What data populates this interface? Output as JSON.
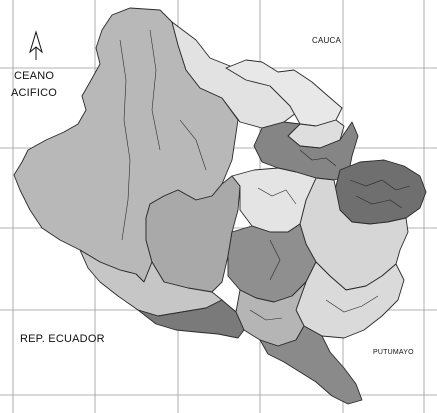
{
  "map": {
    "labels": {
      "ocean_line1": "CEANO",
      "ocean_line2": "ACIFICO",
      "cauca": "CAUCA",
      "ecuador": "REP. ECUADOR",
      "putumayo": "PUTUMAYO"
    },
    "colors": {
      "background": "#ffffff",
      "light": "#dcdcdc",
      "mid": "#b3b3b3",
      "dark": "#8d8d8d",
      "darker": "#6e6e6e",
      "border": "#2b2b2b",
      "grid": "#9a9a9a"
    },
    "north_arrow": "north-arrow-icon"
  }
}
